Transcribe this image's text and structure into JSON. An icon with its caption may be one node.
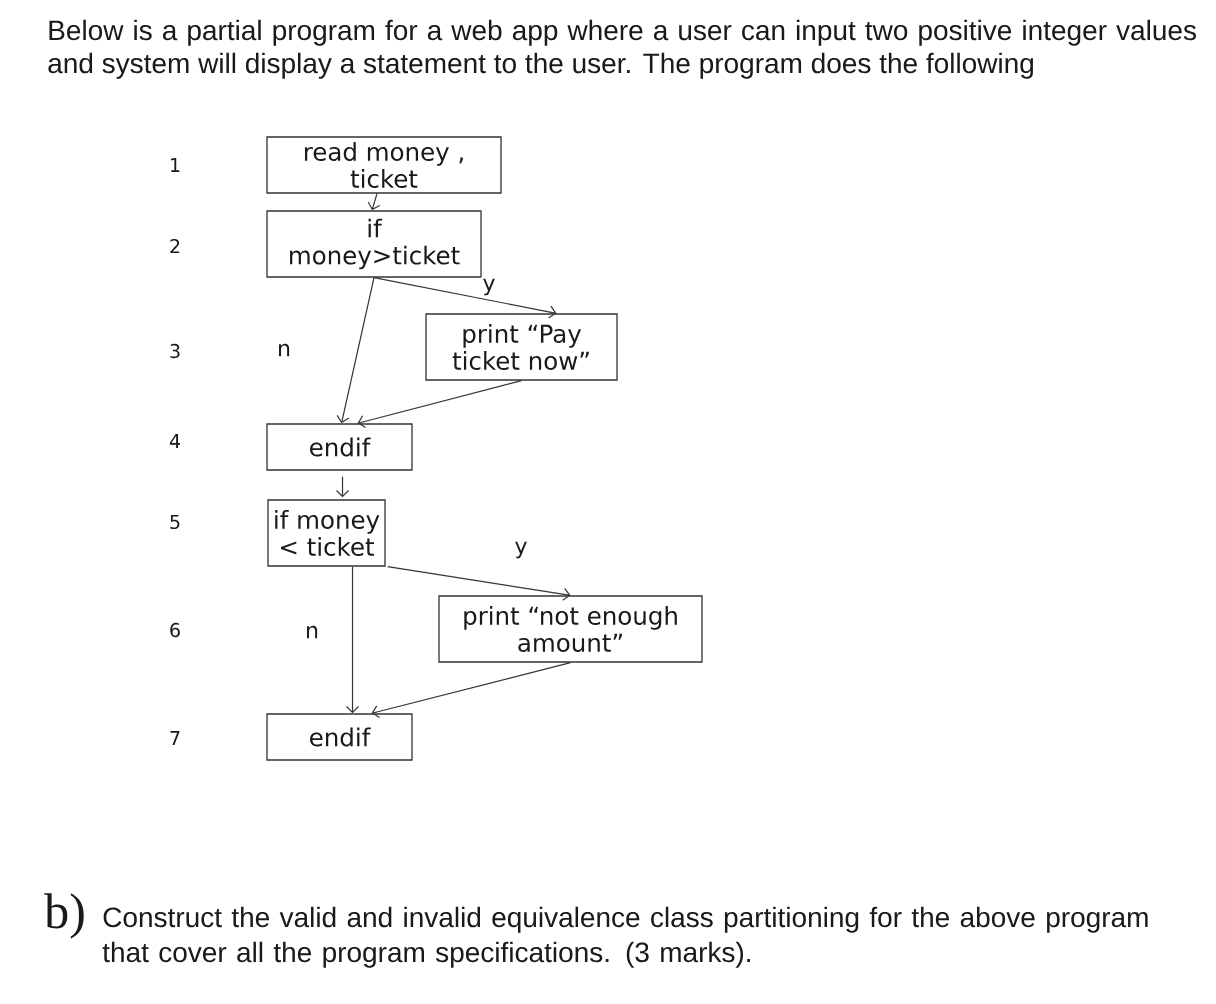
{
  "diagram": {
    "title": "Below is a partial program for a web app where a user can input two positive integer values and system will display a statement to the user. The program does the following",
    "caption": "Construct the valid and invalid equivalence class partitioning for the above program that cover all the program specifications. (3 marks).",
    "nodes": [
      {
        "text": [
          "read money , ticket"
        ]
      },
      {
        "text": [
          "if money>ticket"
        ]
      },
      {
        "text": [
          "print “Pay ticket now”"
        ]
      },
      {
        "text": [
          "endif"
        ]
      },
      {
        "text": [
          "if money < ticket"
        ]
      },
      {
        "text": [
          "print “not enough amount”"
        ]
      },
      {
        "text": [
          "endif"
        ]
      }
    ],
    "edges": [
      {
        "from": 0,
        "to": 1,
        "arrow": "to"
      },
      {
        "from": 1,
        "to": 2,
        "arrow": "to",
        "label": "y"
      },
      {
        "from": 1,
        "to": 3,
        "arrow": "to",
        "label": "n"
      },
      {
        "from": 2,
        "to": 3,
        "arrow": "to"
      },
      {
        "from": 3,
        "to": 4,
        "arrow": "to"
      },
      {
        "from": 4,
        "to": 5,
        "arrow": "to",
        "label": "y"
      },
      {
        "from": 4,
        "to": 6,
        "arrow": "to",
        "label": "n"
      },
      {
        "from": 5,
        "to": 6,
        "arrow": "to"
      }
    ],
    "labels": [
      "1",
      "2",
      "3",
      "4",
      "5",
      "6",
      "7",
      "b)"
    ]
  }
}
